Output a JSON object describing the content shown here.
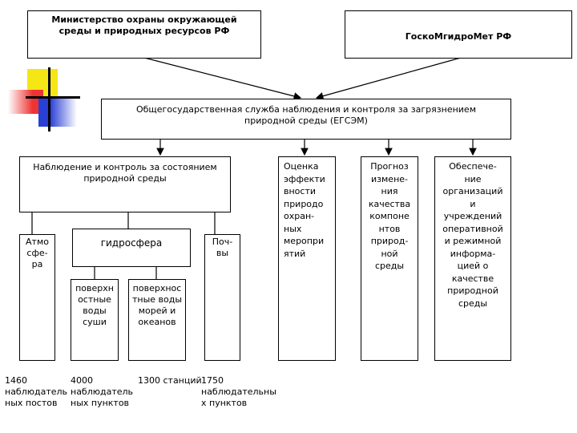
{
  "top_left": "Министерство охраны окружающей\nсреды и природных ресурсов РФ",
  "top_right": "ГоскоМгидроМет РФ",
  "central": "Общегосударственная служба наблюдения и контроля за загрязнением\nприродной среды (ЕГСЭМ)",
  "monitoring": "Наблюдение и контроль за состоянием\nприродной среды",
  "evaluation": "Оценка\nэффекти\nвности\nприродо\nохран-\nных\nмеропри\nятий",
  "forecast": "Прогноз\nизмене-\nния\nкачества\nкомпоне\nнтов\nприрод-\nной\nсреды",
  "provision": "Обеспече-\nние\nорганизаций\nи\nучреждений\nоперативной\nи режимной\nинформа-\nцией о\nкачестве\nприродной\nсреды",
  "atmosphere": "Атмо\nсфе-\nра",
  "hydrosphere": "гидросфера",
  "soils": "Поч-\nвы",
  "land_waters": "поверхн\nостные\nводы\nсуши",
  "sea_waters": "поверхнос\nтные воды\nморей и\nокеанов",
  "footnotes": {
    "atmo": "1460\nнаблюдатель\nных постов",
    "land": "4000\nнаблюдатель\nных пунктов",
    "sea": "1300 станций",
    "soil": "1750\nнаблюдательны\nх пунктов"
  },
  "colors": {
    "yellow": "#f5e616",
    "red": "#ee3333",
    "blue": "#2a3fd6",
    "line": "#000000"
  }
}
